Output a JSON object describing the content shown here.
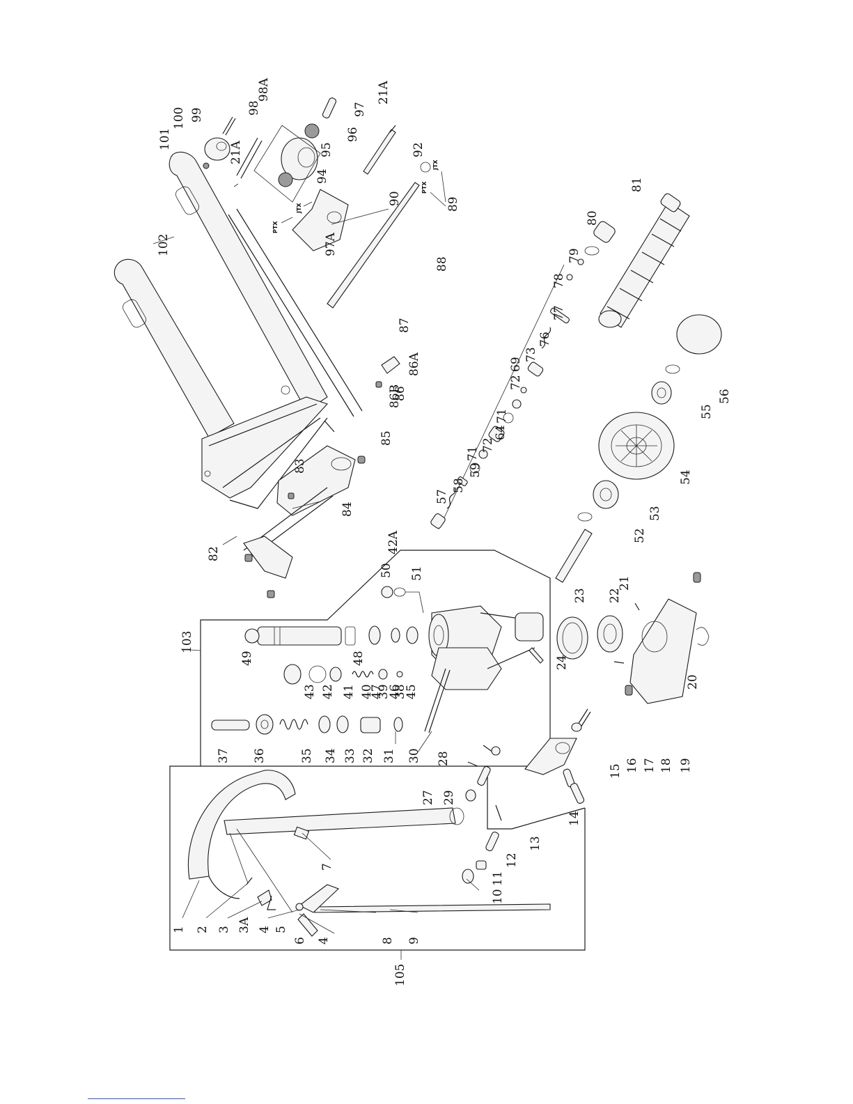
{
  "labels": [
    "1",
    "2",
    "3",
    "3A",
    "4",
    "5",
    "6",
    "4",
    "7",
    "8",
    "9",
    "10",
    "11",
    "12",
    "13",
    "14",
    "15",
    "16",
    "17",
    "18",
    "19",
    "20",
    "21",
    "22",
    "23",
    "24",
    "27",
    "28",
    "29",
    "30",
    "31",
    "32",
    "33",
    "34",
    "35",
    "36",
    "37",
    "38",
    "39",
    "40",
    "41",
    "42",
    "43",
    "45",
    "46",
    "47",
    "48",
    "49",
    "50",
    "42A",
    "51",
    "52",
    "53",
    "54",
    "55",
    "56",
    "57",
    "58",
    "59",
    "71",
    "72",
    "64",
    "71",
    "72",
    "69",
    "73",
    "76",
    "77",
    "78",
    "79",
    "80",
    "81",
    "82",
    "83",
    "84",
    "85",
    "86B",
    "86",
    "86A",
    "87",
    "88",
    "89",
    "90",
    "97A",
    "92",
    "21A",
    "97",
    "96",
    "95",
    "94",
    "98A",
    "98",
    "21A",
    "99",
    "100",
    "101",
    "102",
    "103",
    "105"
  ],
  "tags": {
    "ptx": "PTX",
    "jtx": "JTX"
  },
  "colors": {
    "line": "#1a1a1a",
    "background": "#ffffff",
    "footer_link": "#3355cc"
  }
}
